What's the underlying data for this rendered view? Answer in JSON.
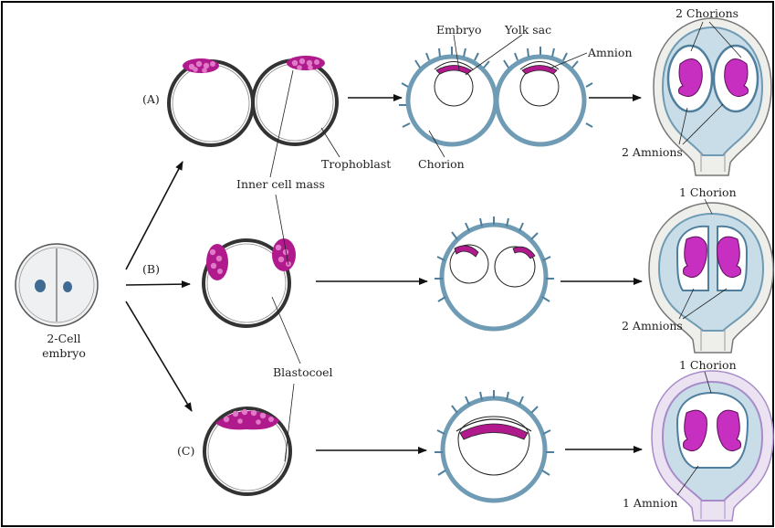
{
  "pathways": {
    "a": "(A)",
    "b": "(B)",
    "c": "(C)"
  },
  "labels": {
    "two_cell_line1": "2-Cell",
    "two_cell_line2": "embryo",
    "embryo": "Embryo",
    "yolk_sac": "Yolk sac",
    "amnion": "Amnion",
    "chorion": "Chorion",
    "trophoblast": "Trophoblast",
    "inner_cell_mass": "Inner cell mass",
    "blastocoel": "Blastocoel",
    "two_chorions": "2 Chorions",
    "two_amnions_a": "2 Amnions",
    "one_chorion_b": "1 Chorion",
    "two_amnions_b": "2 Amnions",
    "one_chorion_c": "1 Chorion",
    "one_amnion": "1 Amnion"
  },
  "colors": {
    "inner_cell_mass": "#b01a8c",
    "fetus": "#c72fc0",
    "chorion_wall": "#6f9bb4",
    "amniotic_fluid": "#c9dde8",
    "villi": "#4f7f9c",
    "purple_chorion": "#a78bc8"
  }
}
